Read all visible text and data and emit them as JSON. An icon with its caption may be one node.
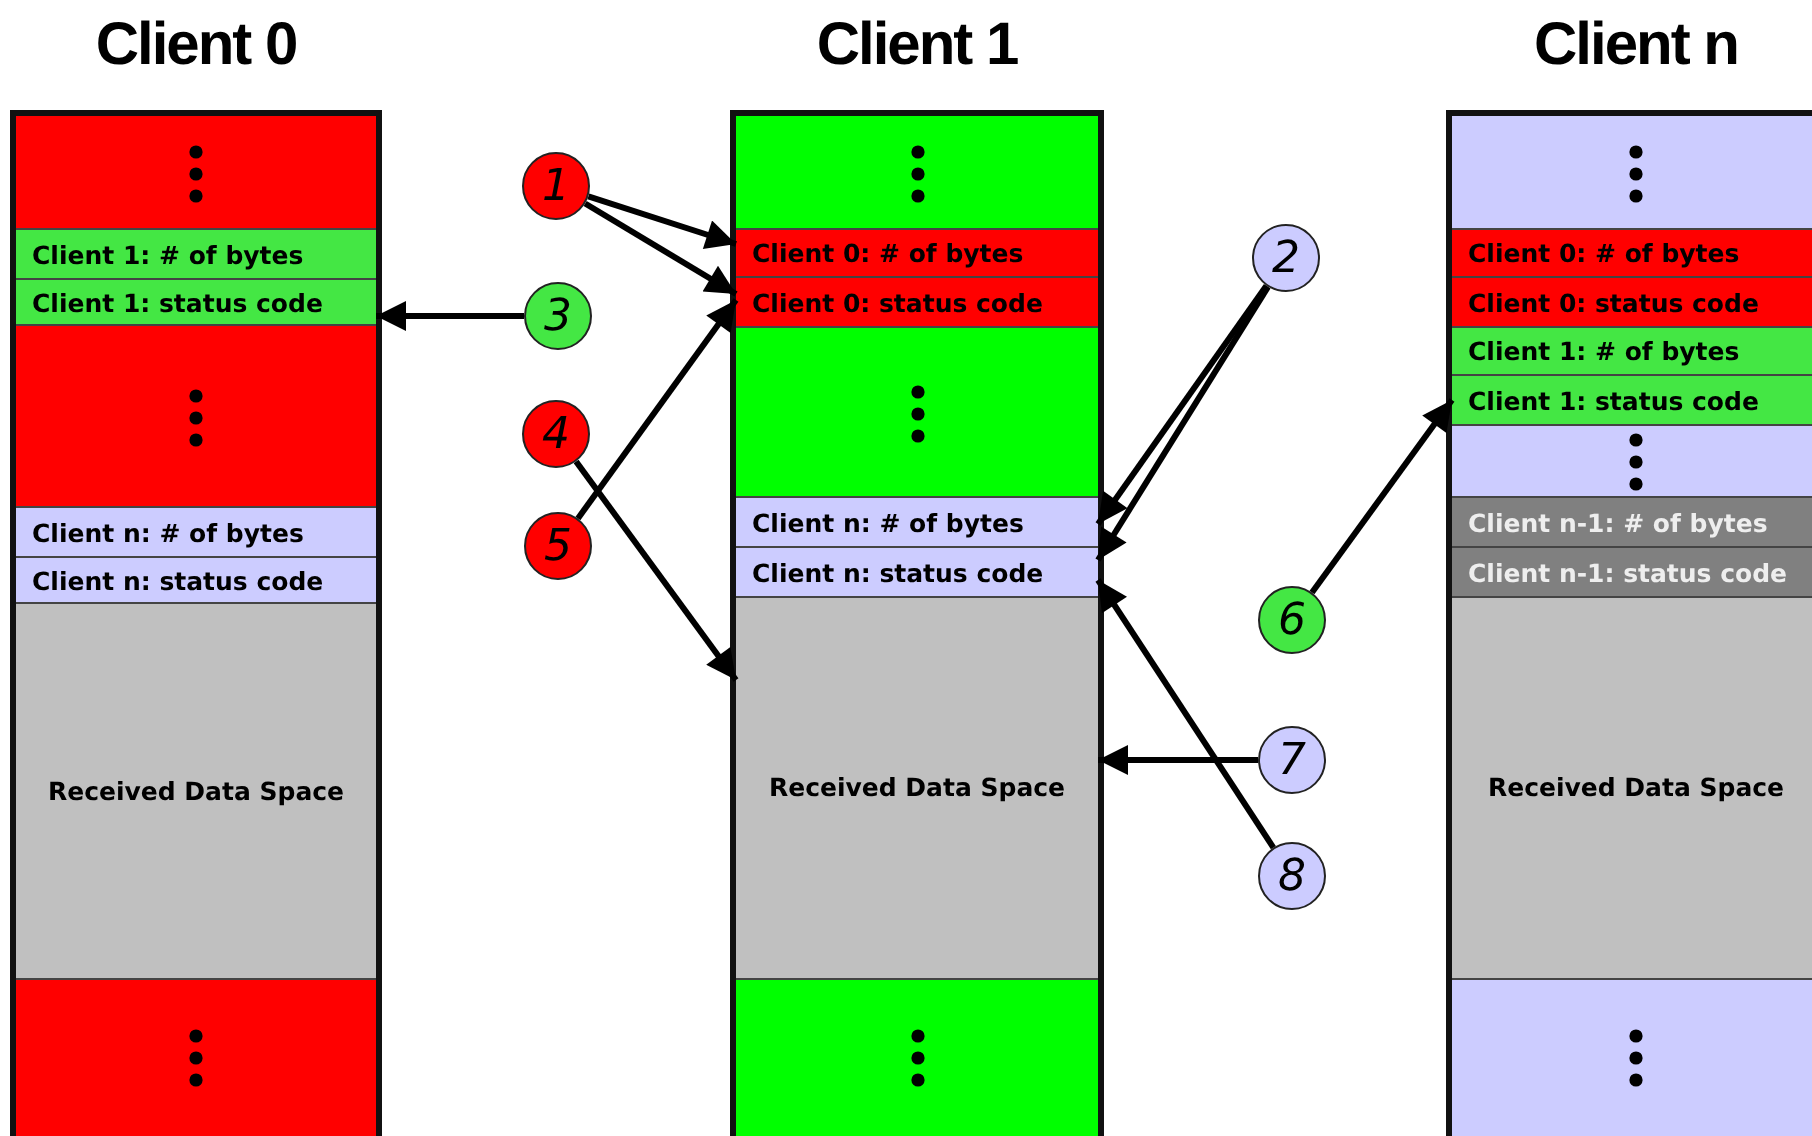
{
  "diagram": {
    "nodes": [
      {
        "text": [
          "Client 0"
        ]
      },
      {
        "text": [],
        "shape": "box",
        "in": 0
      },
      {
        "text": [
          "Client 1: # of bytes"
        ],
        "in": 0
      },
      {
        "text": [
          "Client 1: status code"
        ],
        "in": 0
      },
      {
        "text": [],
        "shape": "box",
        "in": 0
      },
      {
        "text": [
          "Client n: # of bytes"
        ],
        "in": 0
      },
      {
        "text": [
          "Client n: status code"
        ],
        "in": 0
      },
      {
        "text": [
          "Received Data Space"
        ],
        "in": 0
      },
      {
        "text": [],
        "shape": "box",
        "in": 0
      },
      {
        "text": [
          "Client 1"
        ]
      },
      {
        "text": [],
        "shape": "box",
        "in": 9
      },
      {
        "text": [
          "Client 0: # of bytes"
        ],
        "in": 9
      },
      {
        "text": [
          "Client 0: status code"
        ],
        "in": 9
      },
      {
        "text": [],
        "shape": "box",
        "in": 9
      },
      {
        "text": [
          "Client n: # of bytes"
        ],
        "in": 9
      },
      {
        "text": [
          "Client n: status code"
        ],
        "in": 9
      },
      {
        "text": [
          "Received Data Space"
        ],
        "in": 9
      },
      {
        "text": [],
        "shape": "box",
        "in": 9
      },
      {
        "text": [
          "Client n"
        ]
      },
      {
        "text": [],
        "shape": "box",
        "in": 18
      },
      {
        "text": [
          "Client 0: # of bytes"
        ],
        "in": 18
      },
      {
        "text": [
          "Client 0: status code"
        ],
        "in": 18
      },
      {
        "text": [
          "Client 1: # of bytes"
        ],
        "in": 18
      },
      {
        "text": [
          "Client 1: status code"
        ],
        "in": 18
      },
      {
        "text": [],
        "shape": "box",
        "in": 18
      },
      {
        "text": [
          "Client n-1: # of bytes"
        ],
        "in": 18
      },
      {
        "text": [
          "Client n-1: status code"
        ],
        "in": 18
      },
      {
        "text": [
          "Received Data Space"
        ],
        "in": 18
      },
      {
        "text": [],
        "shape": "box",
        "in": 18
      },
      {
        "text": [
          "1"
        ]
      },
      {
        "text": [
          "2"
        ]
      },
      {
        "text": [
          "3"
        ]
      },
      {
        "text": [
          "4"
        ]
      },
      {
        "text": [
          "5"
        ]
      },
      {
        "text": [
          "6"
        ]
      },
      {
        "text": [
          "7"
        ]
      },
      {
        "text": [
          "8"
        ]
      }
    ],
    "edges": [
      {
        "from": 29,
        "to": 11,
        "arrow": "to"
      },
      {
        "from": 29,
        "to": 12,
        "arrow": "to"
      },
      {
        "from": 30,
        "to": 14,
        "arrow": "to"
      },
      {
        "from": 30,
        "to": 15,
        "arrow": "to"
      },
      {
        "from": 31,
        "to": 3,
        "arrow": "to"
      },
      {
        "from": 32,
        "to": 16,
        "arrow": "to"
      },
      {
        "from": 33,
        "to": 12,
        "arrow": "to"
      },
      {
        "from": 34,
        "to": 23,
        "arrow": "to"
      },
      {
        "from": 35,
        "to": 16,
        "arrow": "to"
      },
      {
        "from": 36,
        "to": 15,
        "arrow": "to"
      }
    ]
  }
}
